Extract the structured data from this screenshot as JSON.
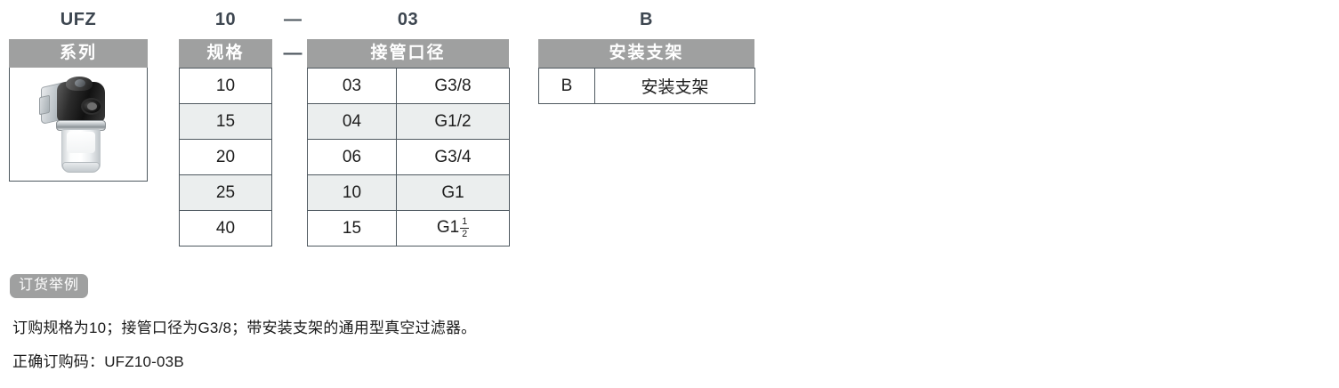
{
  "code_row": {
    "tokens": [
      {
        "name": "series",
        "text": "UFZ"
      },
      {
        "name": "spec",
        "text": "10"
      },
      {
        "name": "dash",
        "text": "—"
      },
      {
        "name": "port",
        "text": "03"
      },
      {
        "name": "bracket",
        "text": "B"
      }
    ]
  },
  "separator": {
    "dash": "—"
  },
  "series_block": {
    "header": "系列",
    "image_alt": "vacuum-filter-product-photo"
  },
  "spec_block": {
    "header": "规格",
    "rows": [
      {
        "code": "10"
      },
      {
        "code": "15"
      },
      {
        "code": "20"
      },
      {
        "code": "25"
      },
      {
        "code": "40"
      }
    ]
  },
  "port_block": {
    "header": "接管口径",
    "rows": [
      {
        "code": "03",
        "thread": "G3/8"
      },
      {
        "code": "04",
        "thread": "G1/2"
      },
      {
        "code": "06",
        "thread": "G3/4"
      },
      {
        "code": "10",
        "thread": "G1"
      },
      {
        "code": "15",
        "thread": "G1",
        "fraction_num": "1",
        "fraction_den": "2"
      }
    ]
  },
  "bracket_block": {
    "header": "安装支架",
    "rows": [
      {
        "code": "B",
        "desc": "安装支架"
      }
    ]
  },
  "example": {
    "badge": "订货举例",
    "line1": "订购规格为10；接管口径为G3/8；带安装支架的通用型真空过滤器。",
    "line2": "正确订购码：UFZ10-03B"
  },
  "colors": {
    "header_gray": "#9fa0a0",
    "border": "#4e585f",
    "alt_row": "#ebeeee",
    "code_text": "#3d4650",
    "body_text": "#1a1a1a"
  }
}
